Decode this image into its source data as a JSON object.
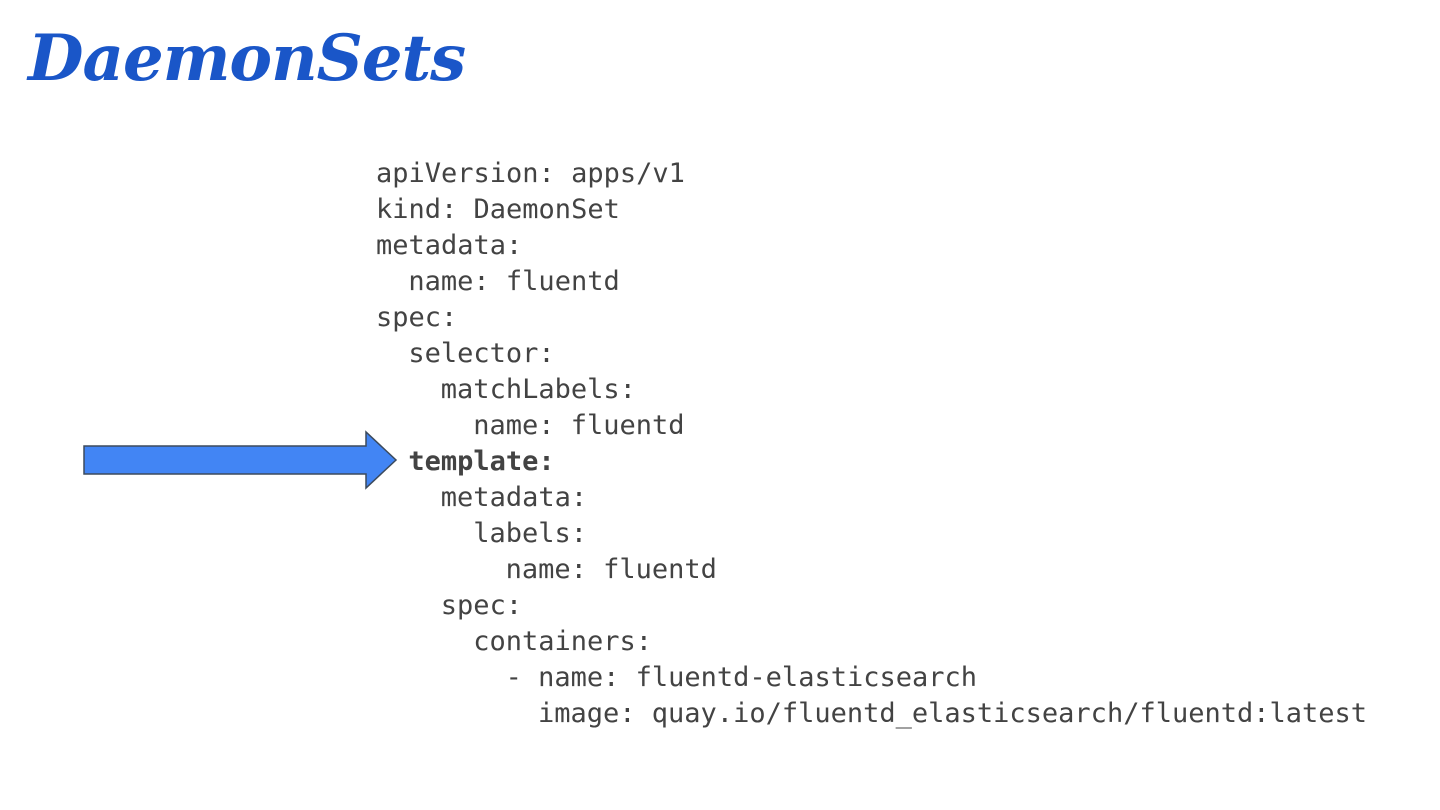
{
  "slide": {
    "title": "DaemonSets",
    "arrow_color": "#4285f4",
    "arrow_outline": "#3c4a5c",
    "code_lines": [
      {
        "text": "apiVersion: apps/v1",
        "indent": 0,
        "bold": false
      },
      {
        "text": "kind: DaemonSet",
        "indent": 0,
        "bold": false
      },
      {
        "text": "metadata:",
        "indent": 0,
        "bold": false
      },
      {
        "text": "name: fluentd",
        "indent": 2,
        "bold": false
      },
      {
        "text": "spec:",
        "indent": 0,
        "bold": false
      },
      {
        "text": "selector:",
        "indent": 2,
        "bold": false
      },
      {
        "text": "matchLabels:",
        "indent": 4,
        "bold": false
      },
      {
        "text": "name: fluentd",
        "indent": 6,
        "bold": false
      },
      {
        "text": "template:",
        "indent": 2,
        "bold": true
      },
      {
        "text": "metadata:",
        "indent": 4,
        "bold": false
      },
      {
        "text": "labels:",
        "indent": 6,
        "bold": false
      },
      {
        "text": "name: fluentd",
        "indent": 8,
        "bold": false
      },
      {
        "text": "spec:",
        "indent": 4,
        "bold": false
      },
      {
        "text": "containers:",
        "indent": 6,
        "bold": false
      },
      {
        "text": "- name: fluentd-elasticsearch",
        "indent": 8,
        "bold": false
      },
      {
        "text": "image: quay.io/fluentd_elasticsearch/fluentd:latest",
        "indent": 10,
        "bold": false
      }
    ]
  }
}
